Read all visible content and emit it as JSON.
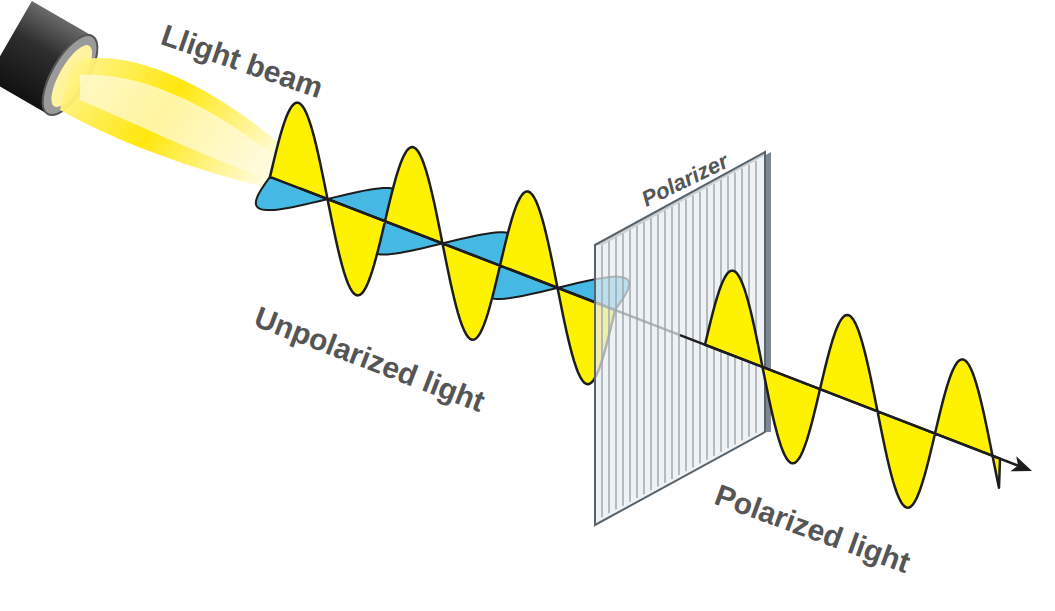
{
  "diagram": {
    "labels": [
      "Llight beam",
      "Unpolarized light",
      "Polarizer",
      "Polarized light"
    ]
  }
}
